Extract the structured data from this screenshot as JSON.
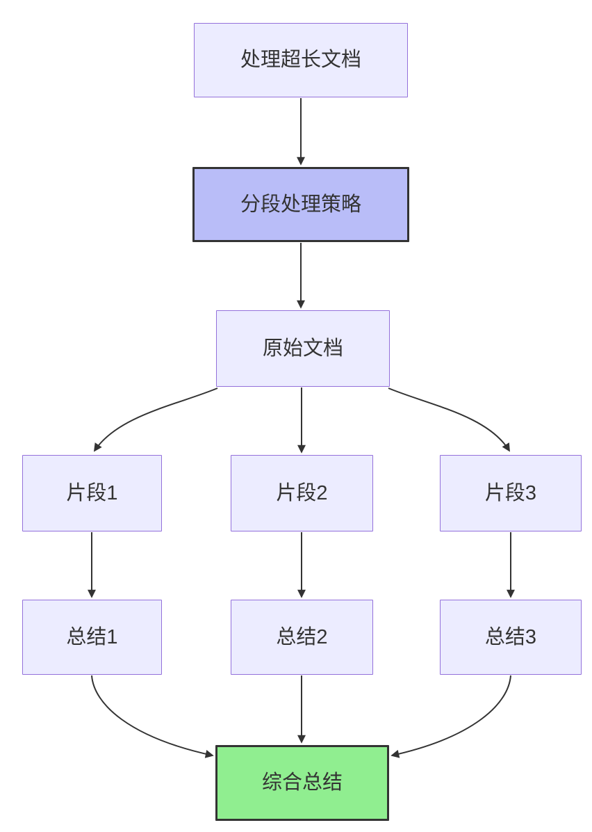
{
  "diagram": {
    "type": "flowchart",
    "direction": "top-down",
    "nodes": [
      {
        "id": "A",
        "label": "处理超长文档",
        "style": "default"
      },
      {
        "id": "B",
        "label": "分段处理策略",
        "style": "emphasis-purple"
      },
      {
        "id": "C",
        "label": "原始文档",
        "style": "default"
      },
      {
        "id": "D1",
        "label": "片段1",
        "style": "default"
      },
      {
        "id": "D2",
        "label": "片段2",
        "style": "default"
      },
      {
        "id": "D3",
        "label": "片段3",
        "style": "default"
      },
      {
        "id": "E1",
        "label": "总结1",
        "style": "default"
      },
      {
        "id": "E2",
        "label": "总结2",
        "style": "default"
      },
      {
        "id": "E3",
        "label": "总结3",
        "style": "default"
      },
      {
        "id": "F",
        "label": "综合总结",
        "style": "emphasis-green"
      }
    ],
    "edges": [
      {
        "from": "A",
        "to": "B"
      },
      {
        "from": "B",
        "to": "C"
      },
      {
        "from": "C",
        "to": "D1"
      },
      {
        "from": "C",
        "to": "D2"
      },
      {
        "from": "C",
        "to": "D3"
      },
      {
        "from": "D1",
        "to": "E1"
      },
      {
        "from": "D2",
        "to": "E2"
      },
      {
        "from": "D3",
        "to": "E3"
      },
      {
        "from": "E1",
        "to": "F"
      },
      {
        "from": "E2",
        "to": "F"
      },
      {
        "from": "E3",
        "to": "F"
      }
    ],
    "colors": {
      "node_fill": "#ECECFF",
      "node_border": "#9370DB",
      "emphasis_purple_fill": "#b9bdf8",
      "emphasis_border": "#333333",
      "emphasis_green_fill": "#90EE90",
      "edge": "#333333",
      "text": "#333333",
      "background": "#ffffff"
    }
  }
}
